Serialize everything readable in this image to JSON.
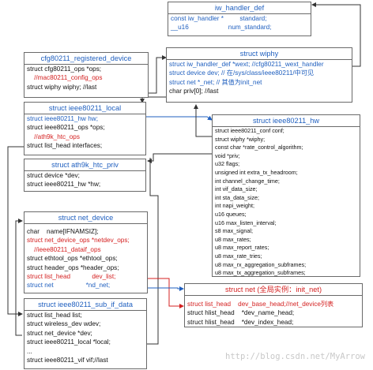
{
  "iw_handler_def": {
    "title": "iw_handler_def",
    "rows": [
      "const iw_handler *         standard;",
      "__u16                      num_standard;"
    ]
  },
  "cfg80211_registered_device": {
    "title": "cfg80211_registered_device",
    "rows": [
      "struct cfg80211_ops *ops;",
      "    //mac80211_config_ops",
      "struct wiphy wiphy; //last"
    ]
  },
  "wiphy": {
    "title": "struct wiphy",
    "rows": [
      "struct iw_handler_def *wext; //cfg80211_wext_handler",
      "struct device dev; // 在/sys/class/ieee80211/中可见",
      "struct net *_net; // 其值为init_net",
      "char priv[0]; //last"
    ]
  },
  "ieee80211_local": {
    "title": "struct ieee80211_local",
    "rows": [
      "struct ieee80211_hw hw;",
      "struct ieee80211_ops *ops;",
      "    //ath9k_htc_ops",
      "struct list_head interfaces;"
    ]
  },
  "ieee80211_hw": {
    "title": "struct ieee80211_hw",
    "rows": [
      "struct ieee80211_conf conf;",
      "struct wiphy *wiphy;",
      "const char *rate_control_algorithm;",
      "void *priv;",
      "u32 flags;",
      "unsigned int extra_tx_headroom;",
      "int channel_change_time;",
      "int vif_data_size;",
      "int sta_data_size;",
      "int napi_weight;",
      "u16 queues;",
      "u16 max_listen_interval;",
      "s8 max_signal;",
      "u8 max_rates;",
      "u8 max_report_rates;",
      "u8 max_rate_tries;",
      "u8 max_rx_aggregation_subframes;",
      "u8 max_tx_aggregation_subframes;"
    ]
  },
  "ath9k_htc_priv": {
    "title": "struct ath9k_htc_priv",
    "rows": [
      "struct device *dev;",
      "struct ieee80211_hw *hw;"
    ]
  },
  "net_device": {
    "title": "struct net_device",
    "rows": [
      "char    name[IFNAMSIZ];",
      "struct net_device_ops *netdev_ops;",
      "    //ieee80211_dataif_ops",
      "struct ethtool_ops *ethtool_ops;",
      "struct header_ops *header_ops;",
      "struct list_head            dev_list;",
      "struct net                  *nd_net;"
    ]
  },
  "ieee80211_sub_if_data": {
    "title": "struct ieee80211_sub_if_data",
    "rows": [
      "struct list_head list;",
      "struct wireless_dev wdev;",
      "struct net_device *dev;",
      "struct ieee80211_local *local;",
      "...",
      "struct ieee80211_vif vif;//last"
    ]
  },
  "net": {
    "title": "struct net (全局实例：init_net)",
    "rows": [
      "struct list_head    dev_base_head;//net_device列表",
      "struct hlist_head    *dev_name_head;",
      "struct hlist_head    *dev_index_head;"
    ]
  },
  "watermark": "http://blog.csdn.net/MyArrow",
  "colors": {
    "header": "#1f5fbf",
    "highlight": "#d42020",
    "border": "#6a6a6a"
  }
}
